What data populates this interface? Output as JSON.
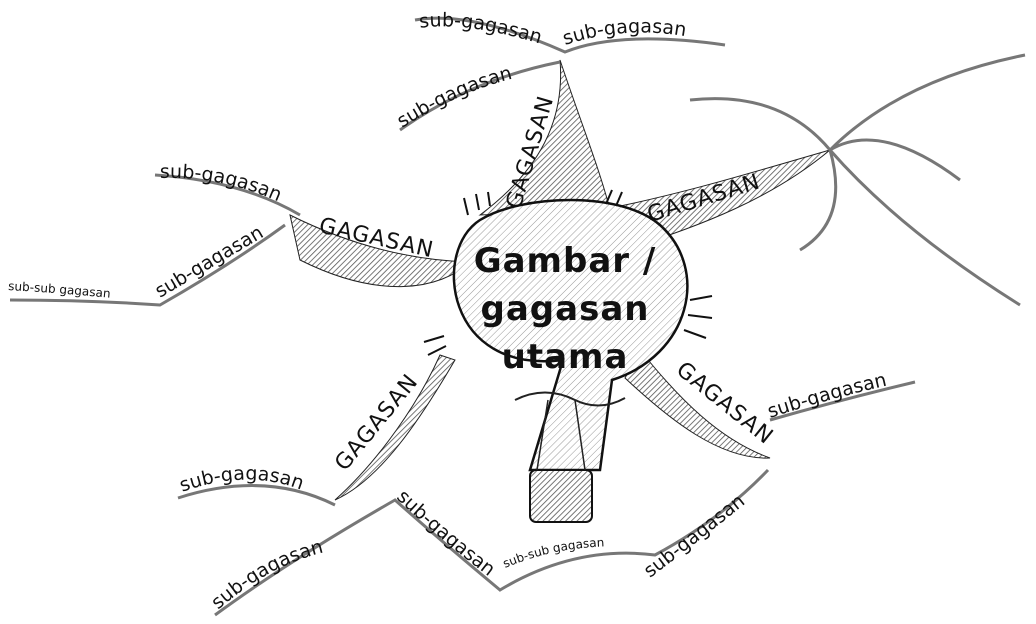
{
  "central_idea": {
    "line1": "Gambar /",
    "line2": "gagasan",
    "line3": "utama"
  },
  "branches": {
    "top": "GAGASAN",
    "upper_right": "GAGASAN",
    "left": "GAGASAN",
    "lower_left": "GAGASAN",
    "lower_right": "GAGASAN"
  },
  "sub_ideas": {
    "top_1": "sub-gagasan",
    "top_2": "sub-gagasan",
    "top_3": "sub-gagasan",
    "left_1": "sub-gagasan",
    "left_2": "sub-gagasan",
    "lower_left_1": "sub-gagasan",
    "lower_left_2": "sub-gagasan",
    "lower_left_3": "sub-gagasan",
    "right_1": "sub-gagasan",
    "right_2": "sub-gagasan"
  },
  "sub_sub_ideas": {
    "left": "sub-sub gagasan",
    "bottom": "sub-sub gagasan"
  },
  "colors": {
    "ink": "#111111",
    "hatch": "#6f6f6f",
    "background": "#ffffff"
  }
}
